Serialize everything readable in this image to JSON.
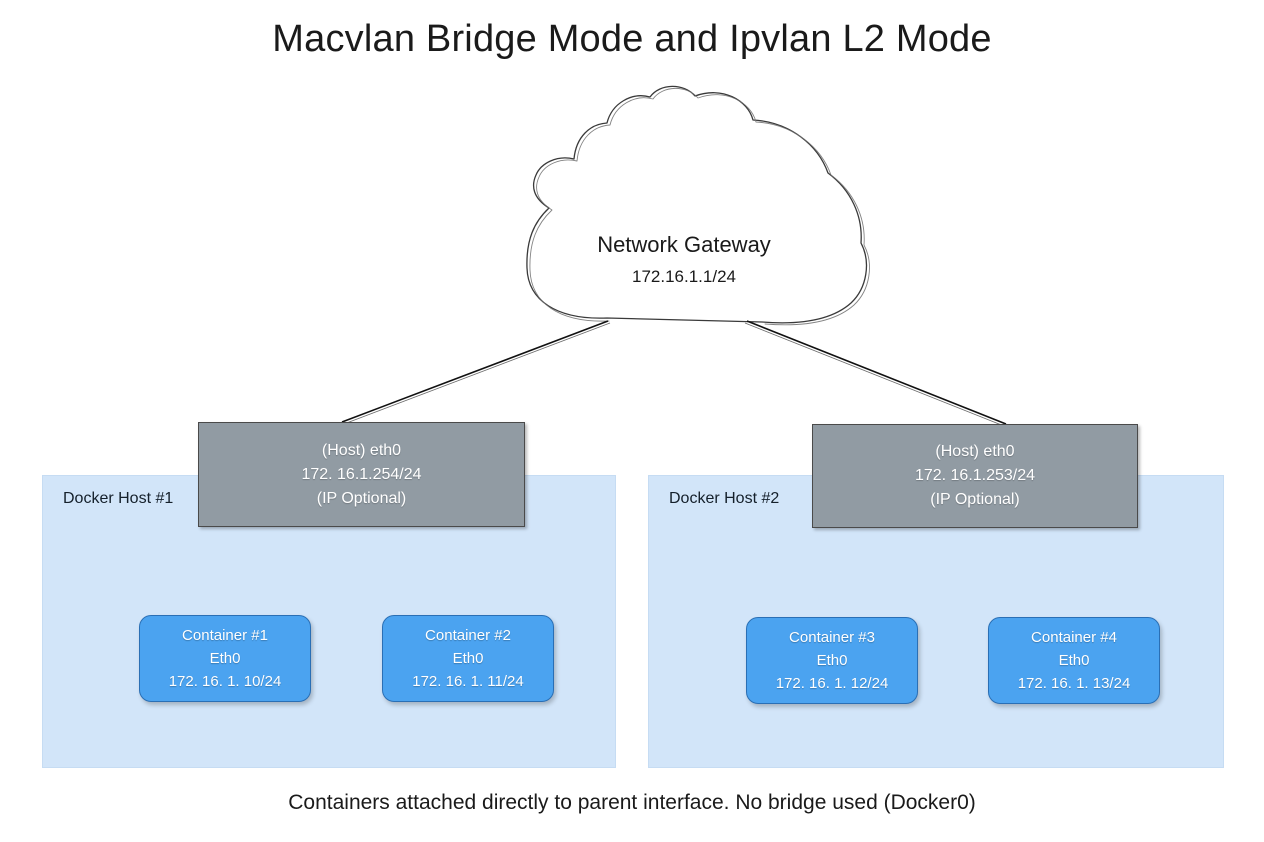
{
  "diagram": {
    "title": "Macvlan Bridge Mode and Ipvlan L2 Mode",
    "caption": "Containers attached directly to parent interface. No bridge used (Docker0)"
  },
  "colors": {
    "cloud_stroke": "#333333",
    "host_panel_fill": "#d2e5f9",
    "eth_box_fill": "#919ba3",
    "container_fill": "#4ba3f0",
    "container_stroke": "#2a6fb5",
    "text_dark": "#1a1a1a",
    "text_light": "#ffffff",
    "connector_stroke": "#111111"
  },
  "cloud": {
    "name": "network-gateway-cloud",
    "title": "Network Gateway",
    "ip": "172.16.1.1/24"
  },
  "hosts": [
    {
      "panel_label": "Docker Host #1",
      "eth": {
        "line1": "(Host) eth0",
        "line2": "172. 16.1.254/24",
        "line3": "(IP Optional)"
      },
      "containers": [
        {
          "name": "Container #1",
          "iface": "Eth0",
          "ip": "172. 16. 1. 10/24"
        },
        {
          "name": "Container #2",
          "iface": "Eth0",
          "ip": "172. 16. 1. 11/24"
        }
      ]
    },
    {
      "panel_label": "Docker Host #2",
      "eth": {
        "line1": "(Host) eth0",
        "line2": "172. 16.1.253/24",
        "line3": "(IP Optional)"
      },
      "containers": [
        {
          "name": "Container #3",
          "iface": "Eth0",
          "ip": "172. 16. 1. 12/24"
        },
        {
          "name": "Container #4",
          "iface": "Eth0",
          "ip": "172. 16. 1. 13/24"
        }
      ]
    }
  ]
}
